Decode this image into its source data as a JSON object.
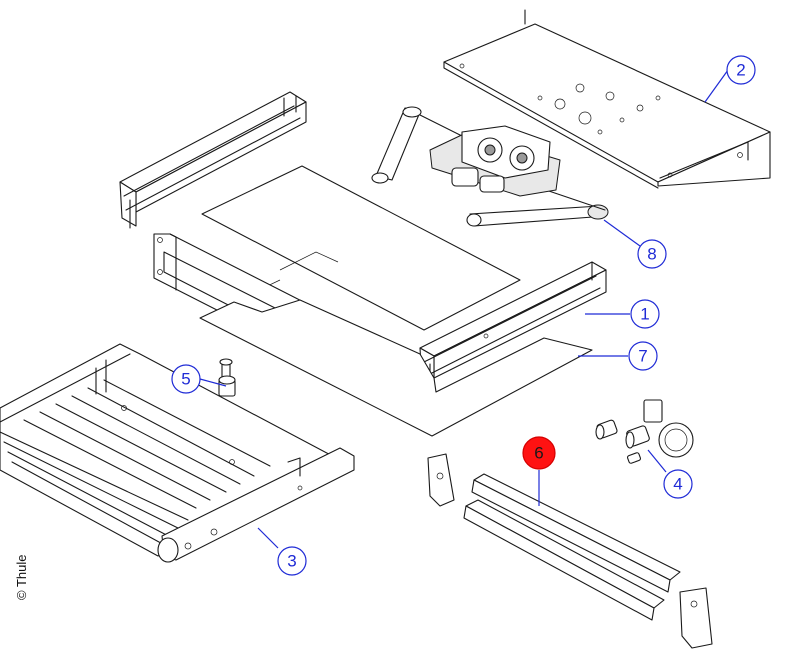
{
  "copyright": "© Thule",
  "callouts": [
    {
      "id": "1",
      "label": "1",
      "highlight": false
    },
    {
      "id": "2",
      "label": "2",
      "highlight": false
    },
    {
      "id": "3",
      "label": "3",
      "highlight": false
    },
    {
      "id": "4",
      "label": "4",
      "highlight": false
    },
    {
      "id": "5",
      "label": "5",
      "highlight": false
    },
    {
      "id": "6",
      "label": "6",
      "highlight": true
    },
    {
      "id": "7",
      "label": "7",
      "highlight": false
    },
    {
      "id": "8",
      "label": "8",
      "highlight": false
    }
  ],
  "colors": {
    "callout_blue": "#1f2bd6",
    "highlight_red": "#ff1212",
    "line": "#1a1a1a"
  }
}
